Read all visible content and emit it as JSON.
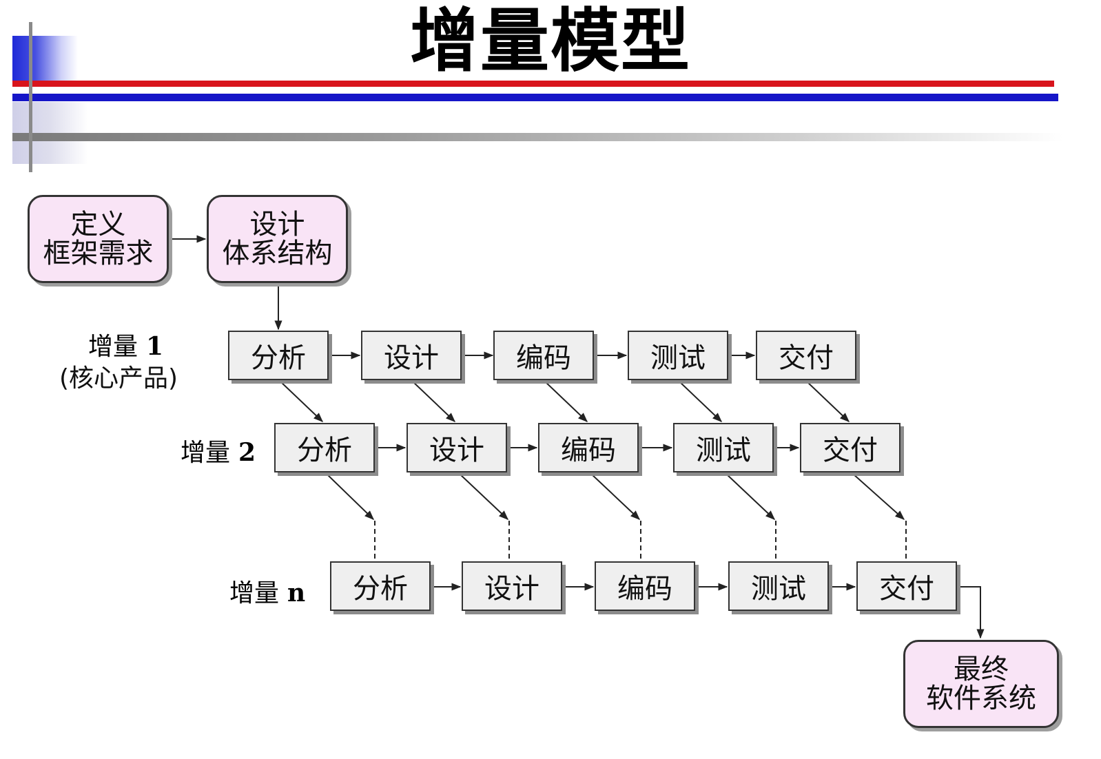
{
  "title": "增量模型",
  "top_boxes": {
    "define": [
      "定义",
      "框架需求"
    ],
    "design_arch": [
      "设计",
      "体系结构"
    ]
  },
  "final_box": [
    "最终",
    "软件系统"
  ],
  "rows": [
    {
      "label": "增量",
      "num": "1",
      "sublabel": "(核心产品)",
      "steps": [
        "分析",
        "设计",
        "编码",
        "测试",
        "交付"
      ]
    },
    {
      "label": "增量",
      "num": "2",
      "steps": [
        "分析",
        "设计",
        "编码",
        "测试",
        "交付"
      ]
    },
    {
      "label": "增量",
      "num": "n",
      "steps": [
        "分析",
        "设计",
        "编码",
        "测试",
        "交付"
      ]
    }
  ]
}
